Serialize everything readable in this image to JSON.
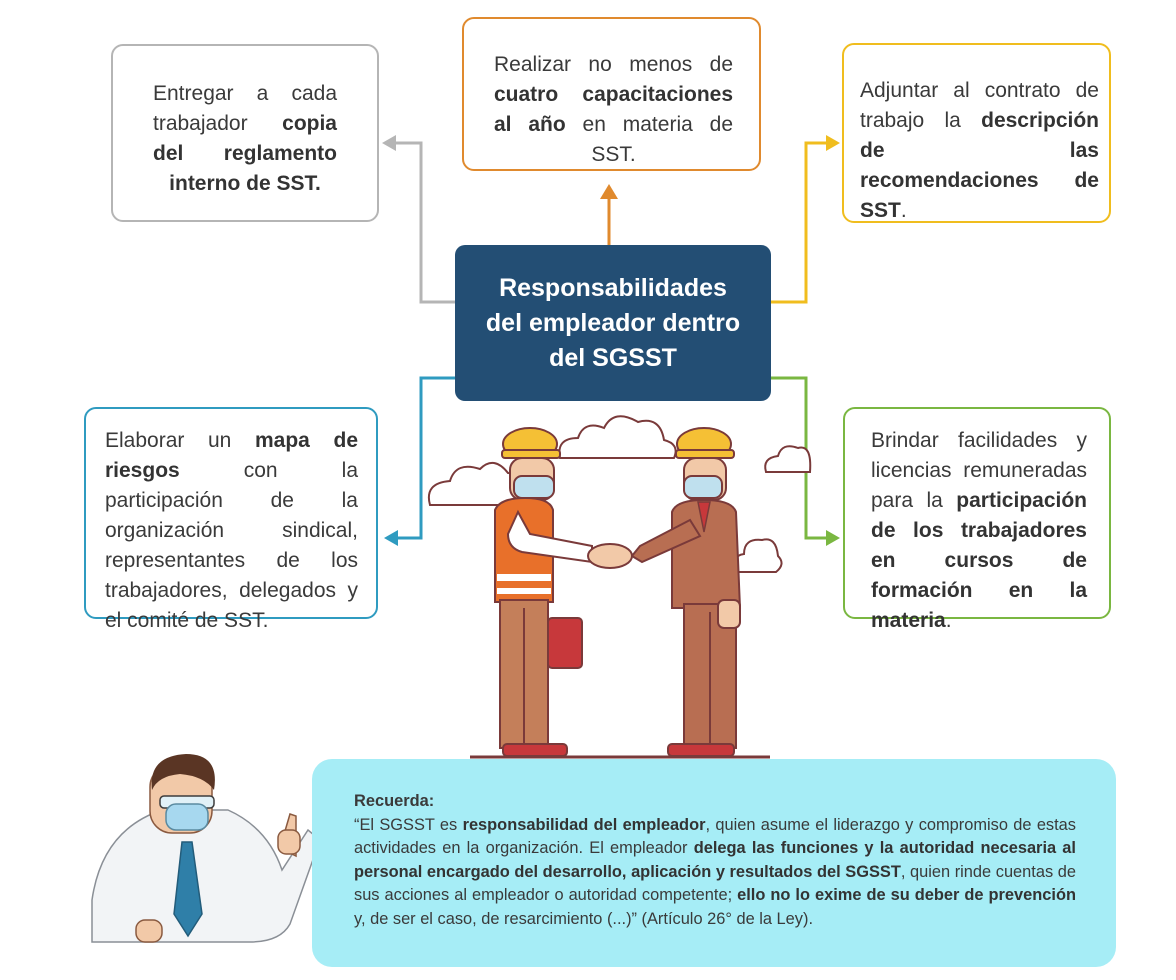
{
  "center": {
    "title": "Responsabilidades del empleador dentro del SGSST"
  },
  "boxes": {
    "gray": {
      "t1": "Entregar a cada trabajador ",
      "b1": "copia del reglamento interno de SST."
    },
    "orange": {
      "t1": "Realizar no menos de ",
      "b1": "cuatro capacitaciones al año",
      "t2": " en materia de SST."
    },
    "yellow": {
      "t1": "Adjuntar al contrato de trabajo la ",
      "b1": "descripción de las recomendaciones de SST",
      "t2": "."
    },
    "blue": {
      "t1": "Elaborar un ",
      "b1": "mapa de riesgos",
      "t2": " con la participación de la organización sindical, representantes de los trabajadores, delegados y el comité de SST."
    },
    "green": {
      "t1": "Brindar facilidades y licencias remuneradas para la ",
      "b1": "participación de los trabajadores en cursos de formación en la materia",
      "t2": "."
    }
  },
  "remember": {
    "title": "Recuerda:",
    "t1": "“El SGSST es ",
    "b1": "responsabilidad del empleador",
    "t2": ", quien asume el liderazgo y compromiso de estas actividades en la organización. El empleador ",
    "b2": "delega las funciones y la autoridad necesaria al personal encargado del desarrollo, aplicación y resultados del SGSST",
    "t3": ", quien rinde cuentas de sus acciones al empleador o autoridad competente; ",
    "b3": "ello no lo exime de su deber de prevención",
    "t4": " y, de ser el caso, de resarcimiento (...)” (Artículo 26° de la Ley)."
  },
  "colors": {
    "center": "#234e74",
    "gray": "#b5b5b5",
    "orange": "#e08a2e",
    "yellow": "#f0bd1e",
    "blue": "#2f9bc0",
    "green": "#7ab741",
    "remember_bg": "#a6edf6"
  },
  "icons": [
    "handshake-workers-illustration",
    "masked-man-pointing-illustration",
    "cloud-icon"
  ]
}
